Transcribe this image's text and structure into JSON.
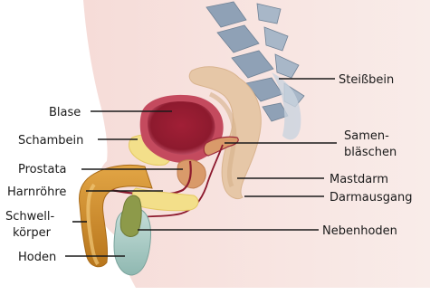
{
  "diagram": {
    "labels_left": {
      "blase": "Blase",
      "schambein": "Schambein",
      "prostata": "Prostata",
      "harnroehre": "Harnröhre",
      "schwellkoerper_1": "Schwell-",
      "schwellkoerper_2": "körper",
      "hoden": "Hoden"
    },
    "labels_right": {
      "steissbein": "Steißbein",
      "samenblaeschen_1": "Samen-",
      "samenblaeschen_2": "bläschen",
      "mastdarm": "Mastdarm",
      "darmausgang": "Darmausgang",
      "nebenhoden": "Nebenhoden"
    }
  },
  "colors": {
    "skin": "#f6e1de",
    "bladder_outer": "#c44a5e",
    "bladder_inner": "#9c1f35",
    "pubic_bone": "#f3df8a",
    "prostata": "#d99a6a",
    "shaft": "#c8821e",
    "testis": "#a8cbc4",
    "epididymis": "#8d9a4a",
    "rectum": "#e6c7a7",
    "vertebra": "#8fa1b6"
  }
}
